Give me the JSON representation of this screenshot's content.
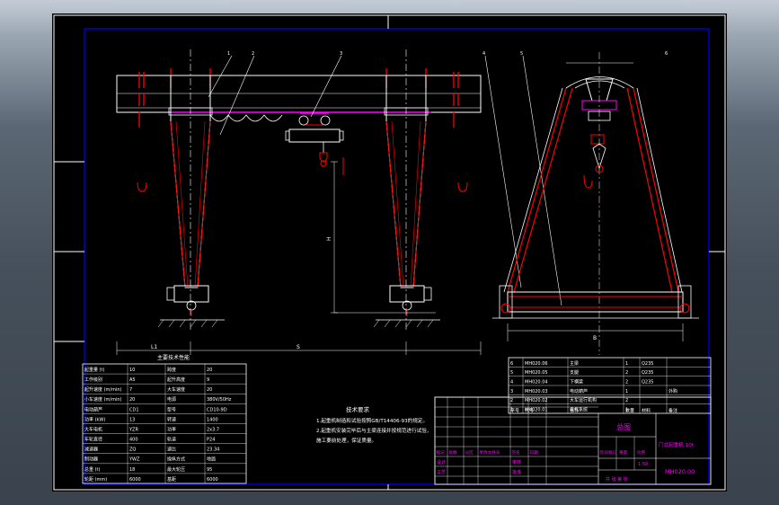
{
  "drawing": {
    "title_main": "总图",
    "title_product": "门式起重机 10t",
    "drawing_number": "MH020.00",
    "scale": "1:50",
    "sheet_label": "共  张 第  张",
    "balloons": [
      "1",
      "2",
      "3",
      "4",
      "5",
      "6"
    ],
    "dimension_hook_height": "H",
    "dimension_span_label": "S",
    "dimension_leg_label": "L1",
    "dimension_width_label": "B"
  },
  "tech_requirements": {
    "title": "技术要求",
    "lines": [
      "1.起重机制造和试验按照GB/T14406-93的规定。",
      "2.起重机安装完毕后与主梁连接并按规范进行试验，",
      "  施工要前处理，保证质量。"
    ]
  },
  "params_table": {
    "title": "主要技术性能",
    "rows": [
      [
        "起重量 (t)",
        "10",
        "跨度",
        "20"
      ],
      [
        "工作级别",
        "A5",
        "起升高度",
        "9"
      ],
      [
        "起升速度 (m/min)",
        "7",
        "大车速度",
        "20"
      ],
      [
        "小车速度 (m/min)",
        "20",
        "电源",
        "380V/50Hz"
      ],
      [
        "电动葫芦",
        "CD1",
        "型号",
        "CD10-9D"
      ],
      [
        "功率 (kW)",
        "13",
        "转速",
        "1400"
      ],
      [
        "大车电机",
        "YZR",
        "功率",
        "2x3.7"
      ],
      [
        "车轮直径",
        "400",
        "轨道",
        "P24"
      ],
      [
        "减速器",
        "ZQ",
        "速比",
        "23.34"
      ],
      [
        "制动器",
        "YWZ",
        "操纵方式",
        "地面"
      ],
      [
        "总重 (t)",
        "18",
        "最大轮压",
        "95"
      ],
      [
        "轮距 (mm)",
        "6000",
        "基距",
        "6000"
      ]
    ]
  },
  "parts_table": {
    "header": [
      "序号",
      "代号",
      "名称",
      "数量",
      "材料",
      "备注"
    ],
    "rows": [
      [
        "6",
        "MH020.06",
        "主梁",
        "1",
        "Q235",
        ""
      ],
      [
        "5",
        "MH020.05",
        "支腿",
        "2",
        "Q235",
        ""
      ],
      [
        "4",
        "MH020.04",
        "下横梁",
        "2",
        "Q235",
        ""
      ],
      [
        "3",
        "MH020.03",
        "电动葫芦",
        "1",
        "",
        "外购"
      ],
      [
        "2",
        "MH020.02",
        "大车运行机构",
        "2",
        "",
        ""
      ],
      [
        "1",
        "MH020.01",
        "电气系统",
        "1",
        "",
        ""
      ]
    ]
  },
  "revision_table": {
    "header": [
      "标记",
      "处数",
      "分区",
      "更改文件号",
      "签名",
      "日期"
    ],
    "rows": [
      [
        "",
        "",
        "",
        "",
        "",
        ""
      ],
      [
        "",
        "",
        "",
        "",
        "",
        ""
      ],
      [
        "",
        "",
        "",
        "",
        "",
        ""
      ],
      [
        "",
        "",
        "",
        "",
        "",
        ""
      ],
      [
        "",
        "",
        "",
        "",
        "",
        ""
      ]
    ],
    "signature_labels": [
      "设计",
      "审核",
      "工艺",
      "批准"
    ],
    "stage_labels": [
      "阶段标记",
      "重量",
      "比例"
    ]
  },
  "colors": {
    "frame": "#0000ff",
    "border": "#ffffff",
    "hatch": "#ff0000",
    "dimension": "#00ff00",
    "text": "#ffffff",
    "accent": "#ff00ff",
    "leader": "#ffff00"
  }
}
